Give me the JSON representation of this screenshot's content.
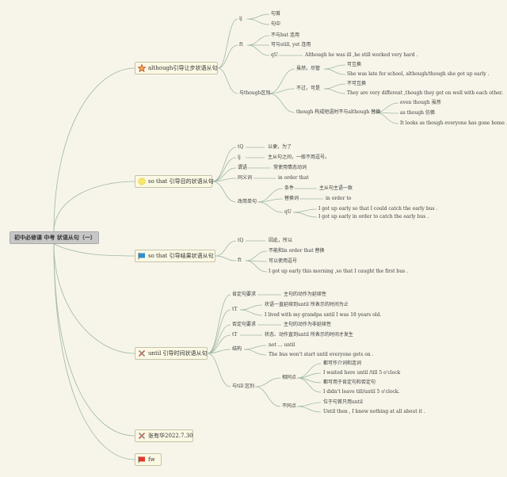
{
  "colors": {
    "line": "#9fb8a5",
    "background": "#f7f5ea",
    "topic_fill": "#fbf8e4",
    "root_fill": "#c7c7c7"
  },
  "root": "初中必修课 中考 状语从句（一）",
  "branches": [
    {
      "label": "although引导让步状语从句",
      "icon": "star-icon",
      "nodes": [
        "ij",
        "句首",
        "句中",
        "ft",
        "不与but 连用",
        "可与still, yet 连用",
        "qU",
        "Although he was ill ,he still worked very hard .",
        "与though区别",
        "虽然，尽管",
        "可互换",
        "She was late for school, although/though she got up early .",
        "不过，可是",
        "不可互换",
        "They are very different ,though they get on well with each other.",
        "though 构成短语时不与although 替换",
        "even though 虽然",
        "as though 仿佛",
        "It looks as though everyone has gone home ."
      ]
    },
    {
      "label": "so that 引导目的状语从句",
      "icon": "sun-icon",
      "nodes": [
        "tQ",
        "以便，为了",
        "ij",
        "主从句之间，一般不用逗号。",
        "谓语",
        "常使用情态动词",
        "同义词",
        "in order that",
        "改简单句",
        "条件",
        "主从句主语一致",
        "替换词",
        "in order to",
        "qU",
        "I got up early so that I could catch the early bus .",
        "I got up early in order to catch the early bus ."
      ]
    },
    {
      "label": "so that 引导结果状语从句",
      "icon": "flag-icon",
      "nodes": [
        "tQ",
        "因此，所以",
        "ft",
        "不能和in order that 替换",
        "可以使用逗号",
        "I got up early this morning ,so that I caught the first bus ."
      ]
    },
    {
      "label": "until 引导时间状语从句",
      "icon": "tools-icon",
      "nodes": [
        "肯定句要求",
        "主句的动作为延续性",
        "tT",
        "状语一直延续到until 所表示的时间为止",
        "I lived with my grandpa until I was 18 years old.",
        "否定句要求",
        "主句的动作为非延续性",
        "tT",
        "状态、动作直到until 所表示的时间才发生",
        "结构",
        "not ... until",
        "The bus won't start until everyone gets on .",
        "与till 区别",
        "相同点",
        "都可作介词和连词",
        "I waited here until /till 5 o'clock",
        "都可用于肯定句和否定句",
        "I didn't leave till/until 5 o'clock.",
        "不同点",
        "位于句首只用until",
        "Until then , I knew nothing at all about it ."
      ]
    },
    {
      "label": "张有华2022.7.30",
      "icon": "tools-icon",
      "nodes": []
    },
    {
      "label": "fw",
      "icon": "flag-red-icon",
      "nodes": []
    }
  ]
}
